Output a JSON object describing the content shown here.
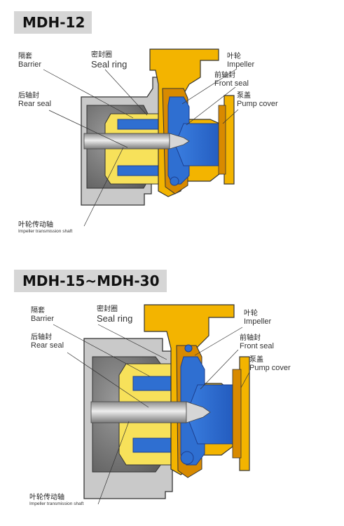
{
  "colors": {
    "casing": "#f3b400",
    "casing_dark": "#d88a00",
    "body_gray": "#8a8a8a",
    "body_gray_dark": "#5e5e5e",
    "fluid_blue": "#2f6fd1",
    "fluid_blue_dark": "#1c3f8f",
    "magnet_yellow": "#f7e15a",
    "shaft": "#b9b9b9",
    "title_bg": "#d6d6d6"
  },
  "sections": [
    {
      "title": "MDH-12",
      "labels": {
        "barrier": {
          "cn": "隔套",
          "en": "Barrier"
        },
        "seal_ring": {
          "cn": "密封圈",
          "en": "Seal ring"
        },
        "impeller": {
          "cn": "叶轮",
          "en": "Impeller"
        },
        "front_seal": {
          "cn": "前轴封",
          "en": "Front seal"
        },
        "pump_cover": {
          "cn": "泵盖",
          "en": "Pump cover"
        },
        "rear_seal": {
          "cn": "后轴封",
          "en": "Rear seal"
        },
        "shaft": {
          "cn": "叶轮传动轴",
          "en": "Impeller transmission shaft"
        }
      }
    },
    {
      "title": "MDH-15~MDH-30",
      "labels": {
        "barrier": {
          "cn": "隔套",
          "en": "Barrier"
        },
        "seal_ring": {
          "cn": "密封圈",
          "en": "Seal ring"
        },
        "impeller": {
          "cn": "叶轮",
          "en": "Impeller"
        },
        "front_seal": {
          "cn": "前轴封",
          "en": "Front seal"
        },
        "pump_cover": {
          "cn": "泵盖",
          "en": "Pump cover"
        },
        "rear_seal": {
          "cn": "后轴封",
          "en": "Rear seal"
        },
        "shaft": {
          "cn": "叶轮传动轴",
          "en": "Impeller transmission shaft"
        }
      }
    }
  ]
}
